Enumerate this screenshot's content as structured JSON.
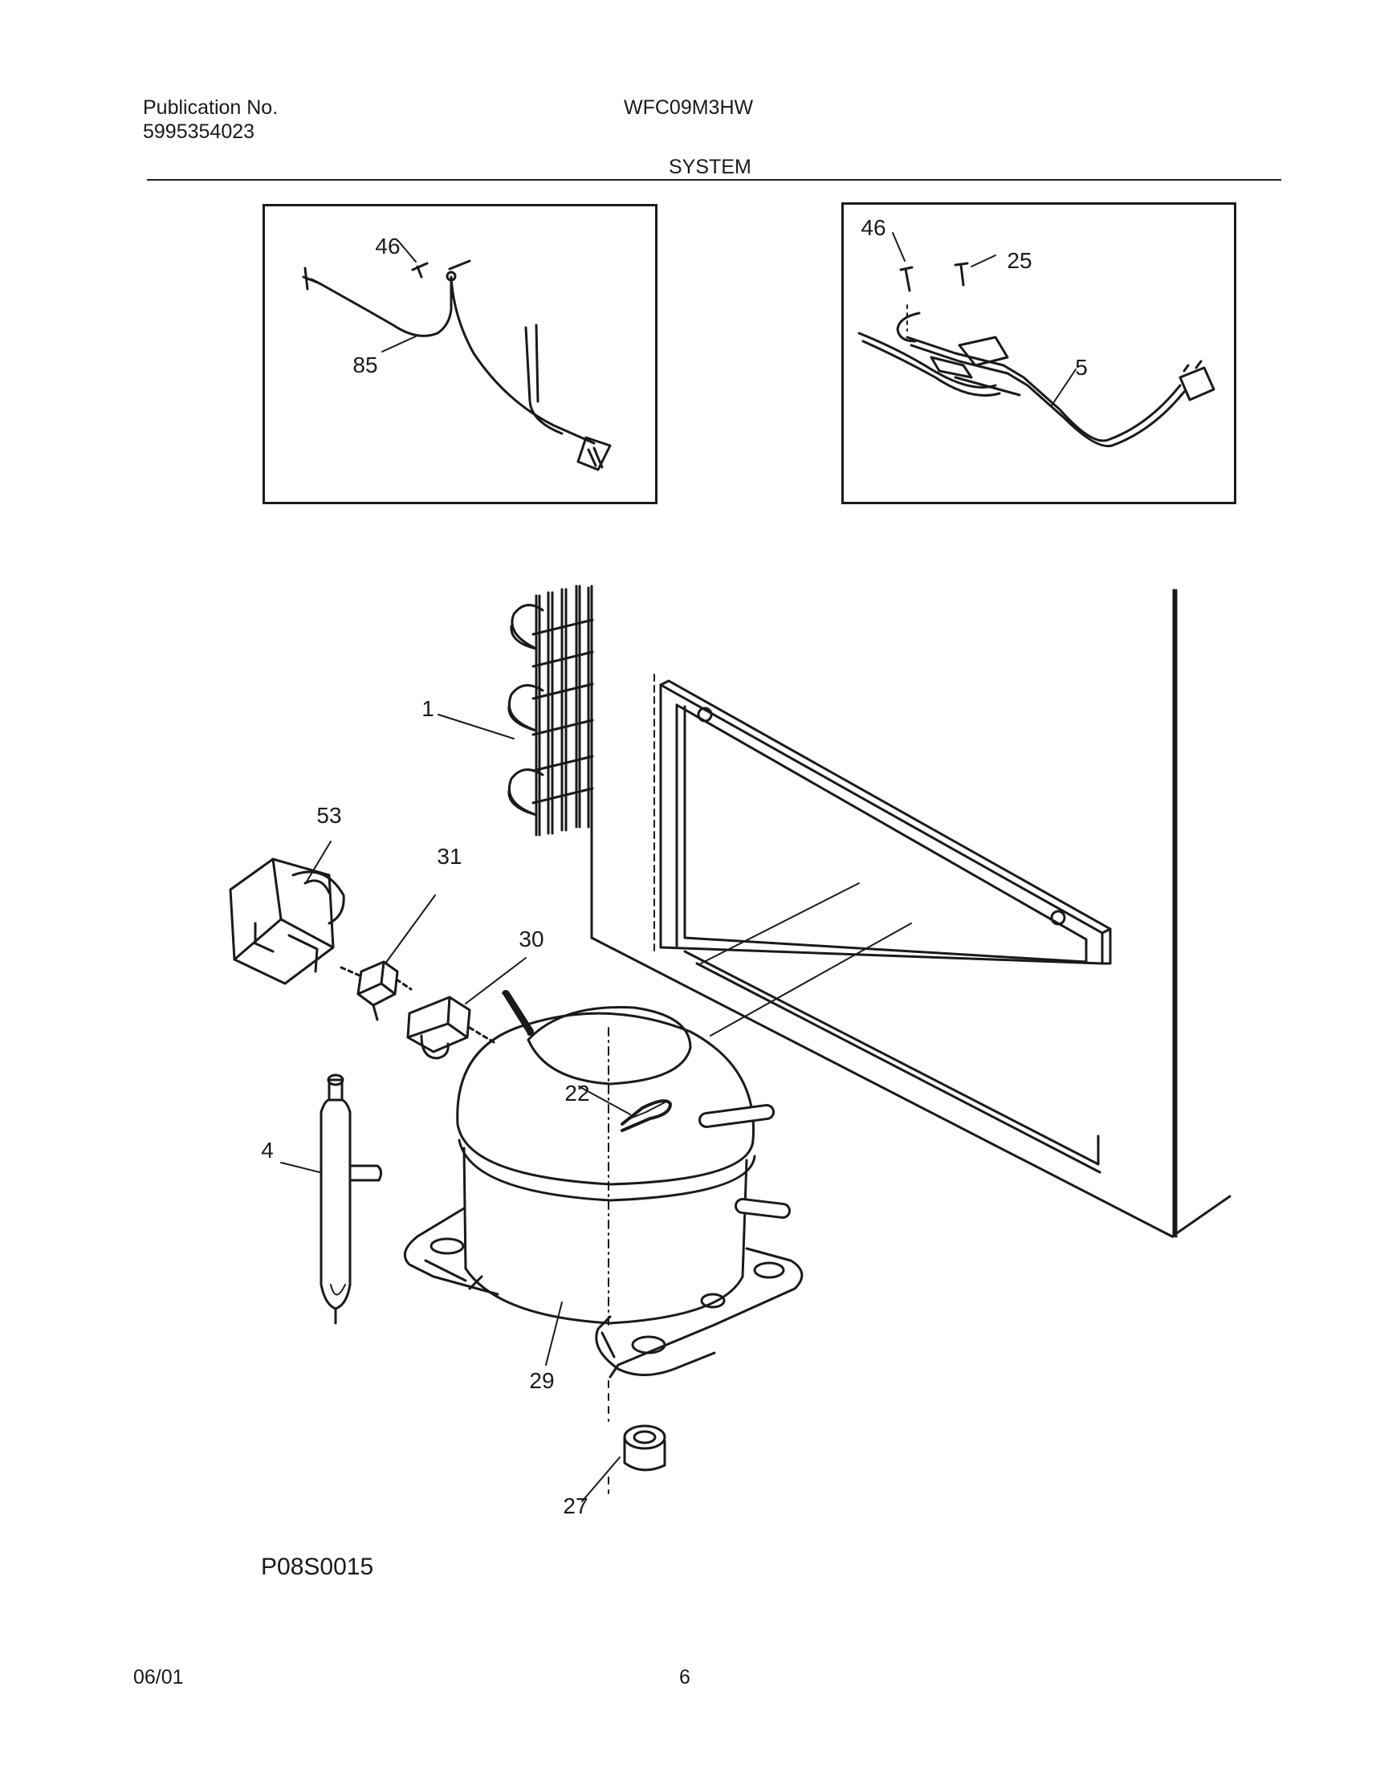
{
  "header": {
    "publication_label": "Publication No.",
    "publication_number": "5995354023",
    "model": "WFC09M3HW",
    "section_title": "SYSTEM"
  },
  "insets": {
    "left": {
      "callouts": [
        "46",
        "85"
      ]
    },
    "right": {
      "callouts": [
        "46",
        "25",
        "5"
      ]
    }
  },
  "main": {
    "callouts": [
      "1",
      "53",
      "31",
      "30",
      "22",
      "4",
      "29",
      "27"
    ],
    "drawing_code": "P08S0015"
  },
  "footer": {
    "date": "06/01",
    "page": "6"
  }
}
